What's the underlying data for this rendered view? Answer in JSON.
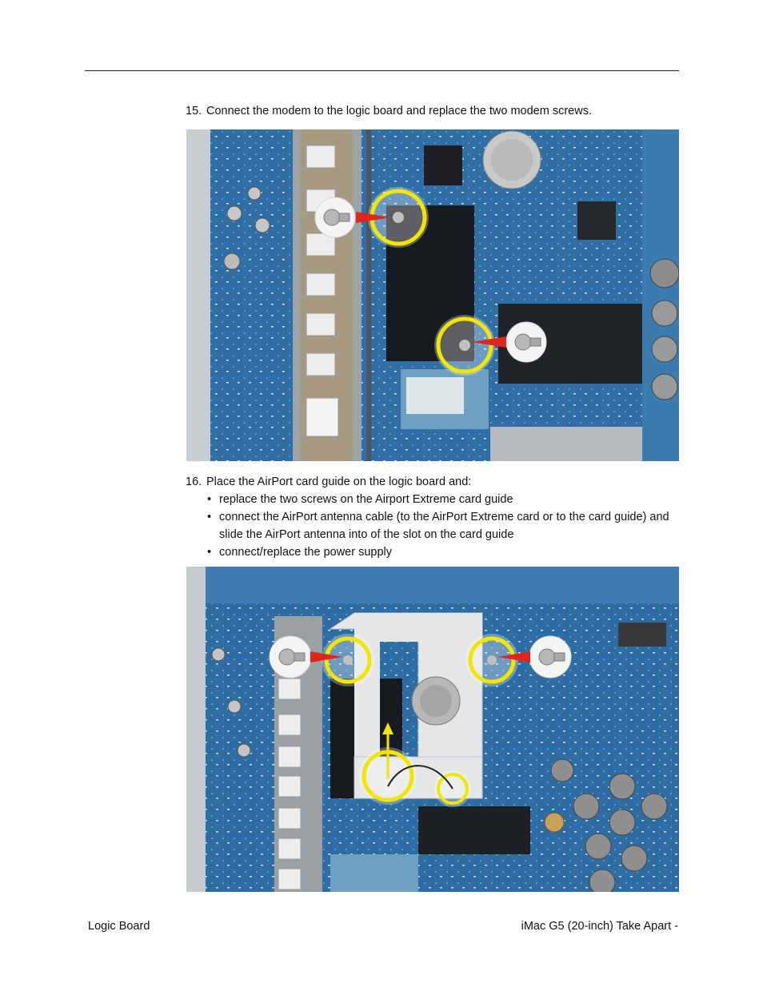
{
  "step15": {
    "number": "15.",
    "text": "Connect the modem to the logic board and replace the two modem screws."
  },
  "step16": {
    "number": "16.",
    "text": "Place the AirPort card guide on the logic board and:",
    "bullets": [
      "replace the two screws on the Airport Extreme card guide",
      "connect the AirPort antenna cable (to the AirPort Extreme card or to the card guide) and slide the AirPort antenna into of the slot on the card guide",
      "connect/replace the power supply"
    ]
  },
  "footer": {
    "left": "Logic Board",
    "right": "iMac G5 (20-inch) Take Apart -"
  },
  "colors": {
    "board": "#2f6fa6",
    "highlight": "#f2e600",
    "arrow": "#e0251b"
  },
  "icons": [
    "screw-icon",
    "red-arrow-icon",
    "yellow-arrow-icon"
  ]
}
